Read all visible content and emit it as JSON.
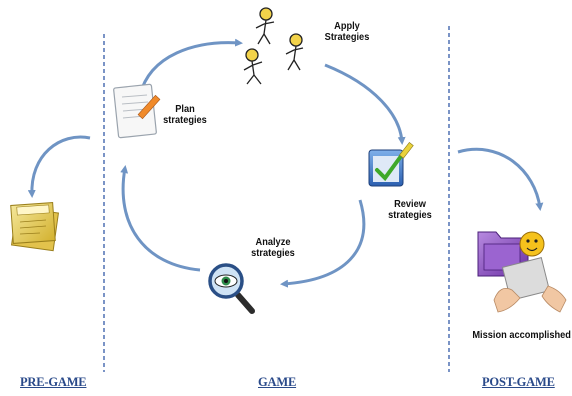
{
  "steps": {
    "apply": [
      "Apply",
      "Strategies"
    ],
    "plan": [
      "Plan",
      "strategies"
    ],
    "review": [
      "Review",
      "strategies"
    ],
    "analyze": [
      "Analyze",
      "strategies"
    ],
    "mission": "Mission accomplished"
  },
  "phases": {
    "pre": "PRE-GAME",
    "game": "GAME",
    "post": "POST-GAME"
  },
  "icons": {
    "plan": "notepad-pencil-icon",
    "apply": "stick-figures-icon",
    "review": "checkmark-window-icon",
    "analyze": "magnifier-eye-icon",
    "pregame": "documents-stack-icon",
    "postgame": "folder-mascot-icon"
  },
  "colors": {
    "arrow": "#6f94c4",
    "divider": "#5a7ab8",
    "phase_text": "#2a4a8a"
  }
}
